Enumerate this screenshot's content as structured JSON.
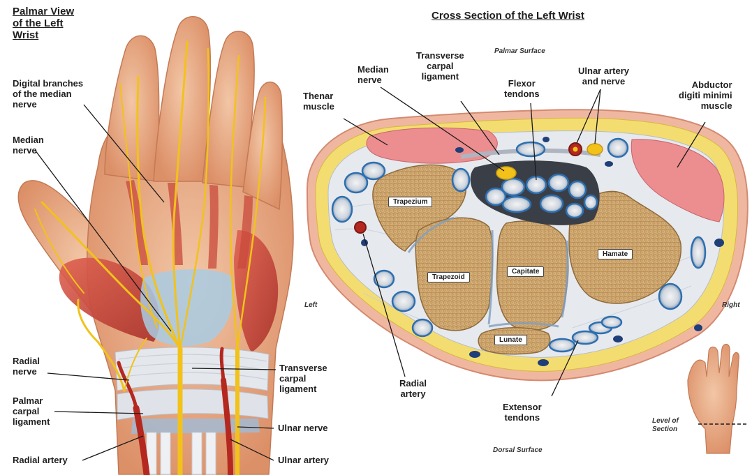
{
  "left_panel": {
    "title": "Palmar View\nof the Left\nWrist",
    "labels": {
      "digital_branches": "Digital branches\nof the median\nnerve",
      "median_nerve": "Median\nnerve",
      "radial_nerve": "Radial\nnerve",
      "palmar_carpal_ligament": "Palmar\ncarpal\nligament",
      "radial_artery": "Radial artery",
      "transverse_carpal_ligament": "Transverse\ncarpal\nligament",
      "ulnar_nerve": "Ulnar nerve",
      "ulnar_artery": "Ulnar artery"
    }
  },
  "right_panel": {
    "title": "Cross Section of the Left Wrist",
    "labels": {
      "palmar_surface": "Palmar Surface",
      "dorsal_surface": "Dorsal Surface",
      "left_side": "Left",
      "right_side": "Right",
      "median_nerve": "Median\nnerve",
      "transverse_carpal_ligament": "Transverse\ncarpal\nligament",
      "flexor_tendons": "Flexor\ntendons",
      "ulnar_artery_nerve": "Ulnar artery\nand nerve",
      "abductor": "Abductor\ndigiti minimi\nmuscle",
      "thenar_muscle": "Thenar\nmuscle",
      "radial_artery": "Radial\nartery",
      "extensor_tendons": "Extensor\ntendons",
      "level_of_section": "Level of\nSection"
    },
    "bones": {
      "trapezium": "Trapezium",
      "trapezoid": "Trapezoid",
      "capitate": "Capitate",
      "hamate": "Hamate",
      "lunate": "Lunate"
    }
  },
  "colors": {
    "skin": "#e8a882",
    "muscle": "#c8463a",
    "nerve": "#f2c21a",
    "artery": "#b5281f",
    "bone": "#c9a36a",
    "fat": "#f3dc6e",
    "tendon_sheath": "#2d6fb0",
    "ligament": "#d9dde3"
  }
}
